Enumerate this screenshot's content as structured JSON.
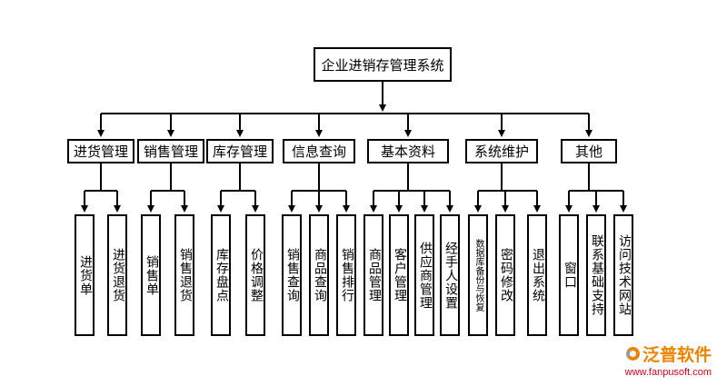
{
  "diagram": {
    "root": {
      "label": "企业进销存管理系统"
    },
    "branches": [
      {
        "label": "进货管理",
        "children": [
          {
            "label": "进货单"
          },
          {
            "label": "进货退货"
          }
        ]
      },
      {
        "label": "销售管理",
        "children": [
          {
            "label": "销售单"
          },
          {
            "label": "销售退货"
          }
        ]
      },
      {
        "label": "库存管理",
        "children": [
          {
            "label": "库存盘点"
          },
          {
            "label": "价格调整"
          }
        ]
      },
      {
        "label": "信息查询",
        "children": [
          {
            "label": "销售查询"
          },
          {
            "label": "商品查询"
          },
          {
            "label": "销售排行"
          }
        ]
      },
      {
        "label": "基本资料",
        "children": [
          {
            "label": "商品管理"
          },
          {
            "label": "客户管理"
          },
          {
            "label": "供应商管理"
          },
          {
            "label": "经手人设置"
          }
        ]
      },
      {
        "label": "系统维护",
        "children": [
          {
            "label": "数据库备份与恢复"
          },
          {
            "label": "密码修改"
          },
          {
            "label": "退出系统"
          }
        ]
      },
      {
        "label": "其他",
        "children": [
          {
            "label": "窗口"
          },
          {
            "label": "联系基础支持"
          },
          {
            "label": "访问技术网站"
          }
        ]
      }
    ]
  },
  "watermark": {
    "brand": "泛普软件",
    "url": "www.fanpusoft.com"
  },
  "colors": {
    "line": "#000000",
    "brand_orange": "#f08300",
    "url_red": "#e60012"
  }
}
